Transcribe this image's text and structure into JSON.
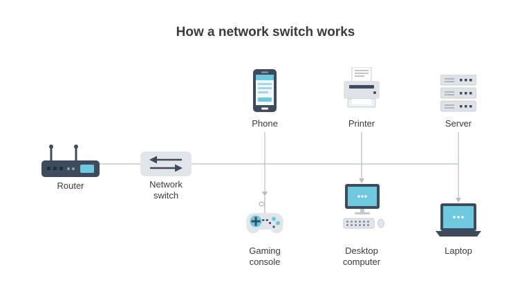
{
  "title": "How a network switch works",
  "colors": {
    "dark_navy": "#3d4b5c",
    "light_gray": "#e2e6ea",
    "accent_cyan": "#6fc9de",
    "connector_gray": "#b8bdc3",
    "text": "#3b3b3b",
    "background": "#ffffff"
  },
  "nodes": {
    "router": {
      "label": "Router"
    },
    "network_switch": {
      "label": "Network switch"
    },
    "phone": {
      "label": "Phone"
    },
    "printer": {
      "label": "Printer"
    },
    "server": {
      "label": "Server"
    },
    "gaming_console": {
      "label": "Gaming console"
    },
    "desktop_computer": {
      "label": "Desktop computer"
    },
    "laptop": {
      "label": "Laptop"
    }
  }
}
